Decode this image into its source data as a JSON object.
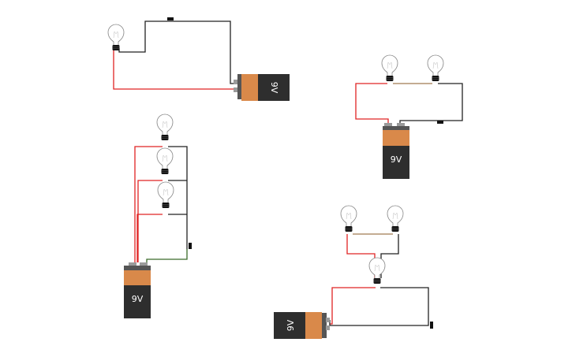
{
  "colors": {
    "background": "#ffffff",
    "wire_positive": "#e02424",
    "wire_negative": "#222222",
    "wire_series": "#a07a52",
    "wire_green": "#3a6b2a",
    "battery_body": "#2e2e2e",
    "battery_cap": "#d9894a",
    "terminal": "#9a9a9a",
    "bulb_glass": "#ffffff",
    "bulb_outline": "#888888",
    "bulb_base": "#111111"
  },
  "circuits": [
    {
      "id": "circuit-1",
      "layout": "single-bulb",
      "battery": {
        "label": "9V",
        "orientation": "rotated-right"
      },
      "bulbs": 1,
      "switch": true
    },
    {
      "id": "circuit-2",
      "layout": "two-bulbs-series",
      "battery": {
        "label": "9V",
        "orientation": "upright"
      },
      "bulbs": 2,
      "switch": true
    },
    {
      "id": "circuit-3",
      "layout": "three-bulbs-parallel",
      "battery": {
        "label": "9V",
        "orientation": "upright"
      },
      "bulbs": 3,
      "switch": true
    },
    {
      "id": "circuit-4",
      "layout": "mixed-series-parallel",
      "battery": {
        "label": "9V",
        "orientation": "rotated-left"
      },
      "bulbs": 3,
      "switch": true
    }
  ]
}
